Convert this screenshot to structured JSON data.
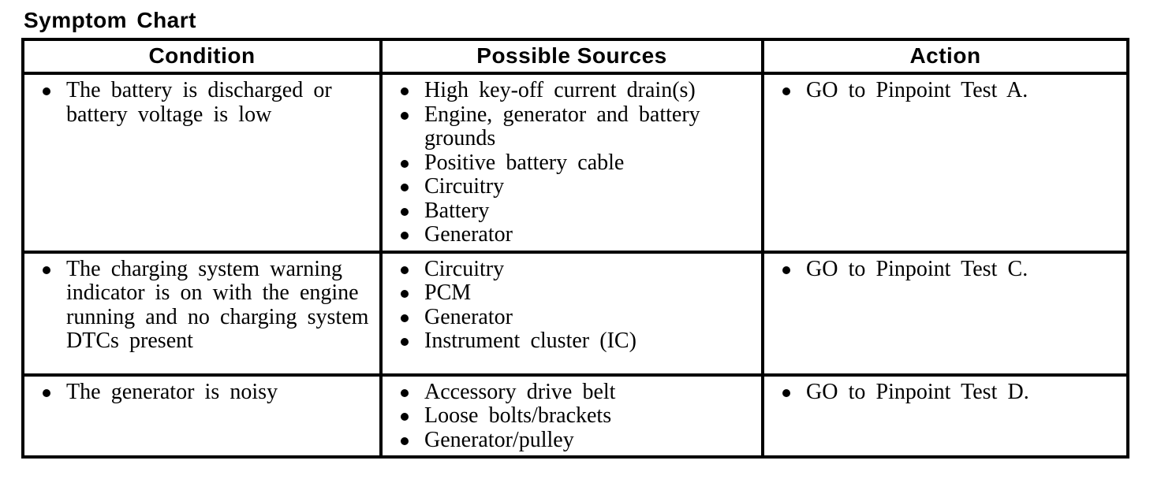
{
  "page": {
    "title": "Symptom Chart"
  },
  "colors": {
    "background": "#ffffff",
    "text": "#000000",
    "border": "#000000"
  },
  "table": {
    "columns": [
      "Condition",
      "Possible Sources",
      "Action"
    ],
    "rows": [
      {
        "condition": [
          "The battery is discharged or battery voltage is low"
        ],
        "sources": [
          "High key-off current drain(s)",
          "Engine, generator and battery grounds",
          "Positive battery cable",
          "Circuitry",
          "Battery",
          "Generator"
        ],
        "action": [
          "GO to Pinpoint Test A."
        ]
      },
      {
        "condition": [
          "The charging system warning indicator is on with the engine running and no charging system DTCs present"
        ],
        "sources": [
          "Circuitry",
          "PCM",
          "Generator",
          "Instrument cluster (IC)"
        ],
        "action": [
          "GO to Pinpoint Test C."
        ]
      },
      {
        "condition": [
          "The generator is noisy"
        ],
        "sources": [
          "Accessory drive belt",
          "Loose bolts/brackets",
          "Generator/pulley"
        ],
        "action": [
          "GO to Pinpoint Test D."
        ]
      }
    ]
  }
}
